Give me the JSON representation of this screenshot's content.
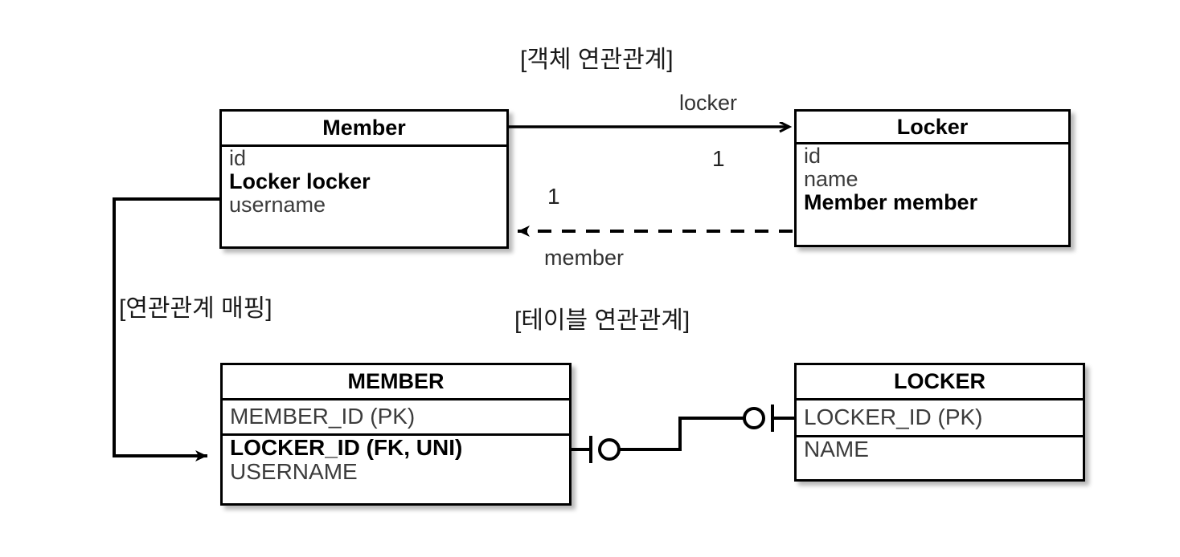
{
  "diagram": {
    "background": "#ffffff",
    "line_color": "#000000",
    "attribute_color": "#3c3c3c",
    "section_titles": {
      "object_relation": "[객체 연관관계]",
      "mapping_relation": "[연관관계 매핑]",
      "table_relation": "[테이블 연관관계]"
    }
  },
  "class_diagram": {
    "member": {
      "title": "Member",
      "attributes": [
        {
          "text": "id",
          "bold": false
        },
        {
          "text": "Locker locker",
          "bold": true
        },
        {
          "text": "username",
          "bold": false
        }
      ]
    },
    "locker": {
      "title": "Locker",
      "attributes": [
        {
          "text": "id",
          "bold": false
        },
        {
          "text": "name",
          "bold": false
        },
        {
          "text": "Member member",
          "bold": true
        }
      ]
    },
    "associations": [
      {
        "name": "member-to-locker",
        "from": "Member",
        "to": "Locker",
        "style": "solid",
        "role_label": "locker",
        "multiplicity": "1"
      },
      {
        "name": "locker-to-member",
        "from": "Locker",
        "to": "Member",
        "style": "dashed",
        "role_label": "member",
        "multiplicity": "1"
      }
    ]
  },
  "er_diagram": {
    "member_table": {
      "title": "MEMBER",
      "columns": [
        {
          "text": "MEMBER_ID (PK)",
          "bold": false
        },
        {
          "text": "LOCKER_ID (FK, UNI)",
          "bold": true
        },
        {
          "text": "USERNAME",
          "bold": false
        }
      ]
    },
    "locker_table": {
      "title": "LOCKER",
      "columns": [
        {
          "text": "LOCKER_ID (PK)",
          "bold": false
        },
        {
          "text": "NAME",
          "bold": false
        }
      ]
    },
    "relationship": {
      "name": "member-locker-one-to-one",
      "left_cardinality": "one-and-only-one-optional",
      "right_cardinality": "one-and-only-one-optional",
      "notation": "crows-foot-zero-or-one"
    }
  },
  "mapping_arrow": {
    "name": "locker-field-to-locker-id-column",
    "from": "Member.Locker locker",
    "to": "MEMBER.LOCKER_ID (FK, UNI)"
  }
}
